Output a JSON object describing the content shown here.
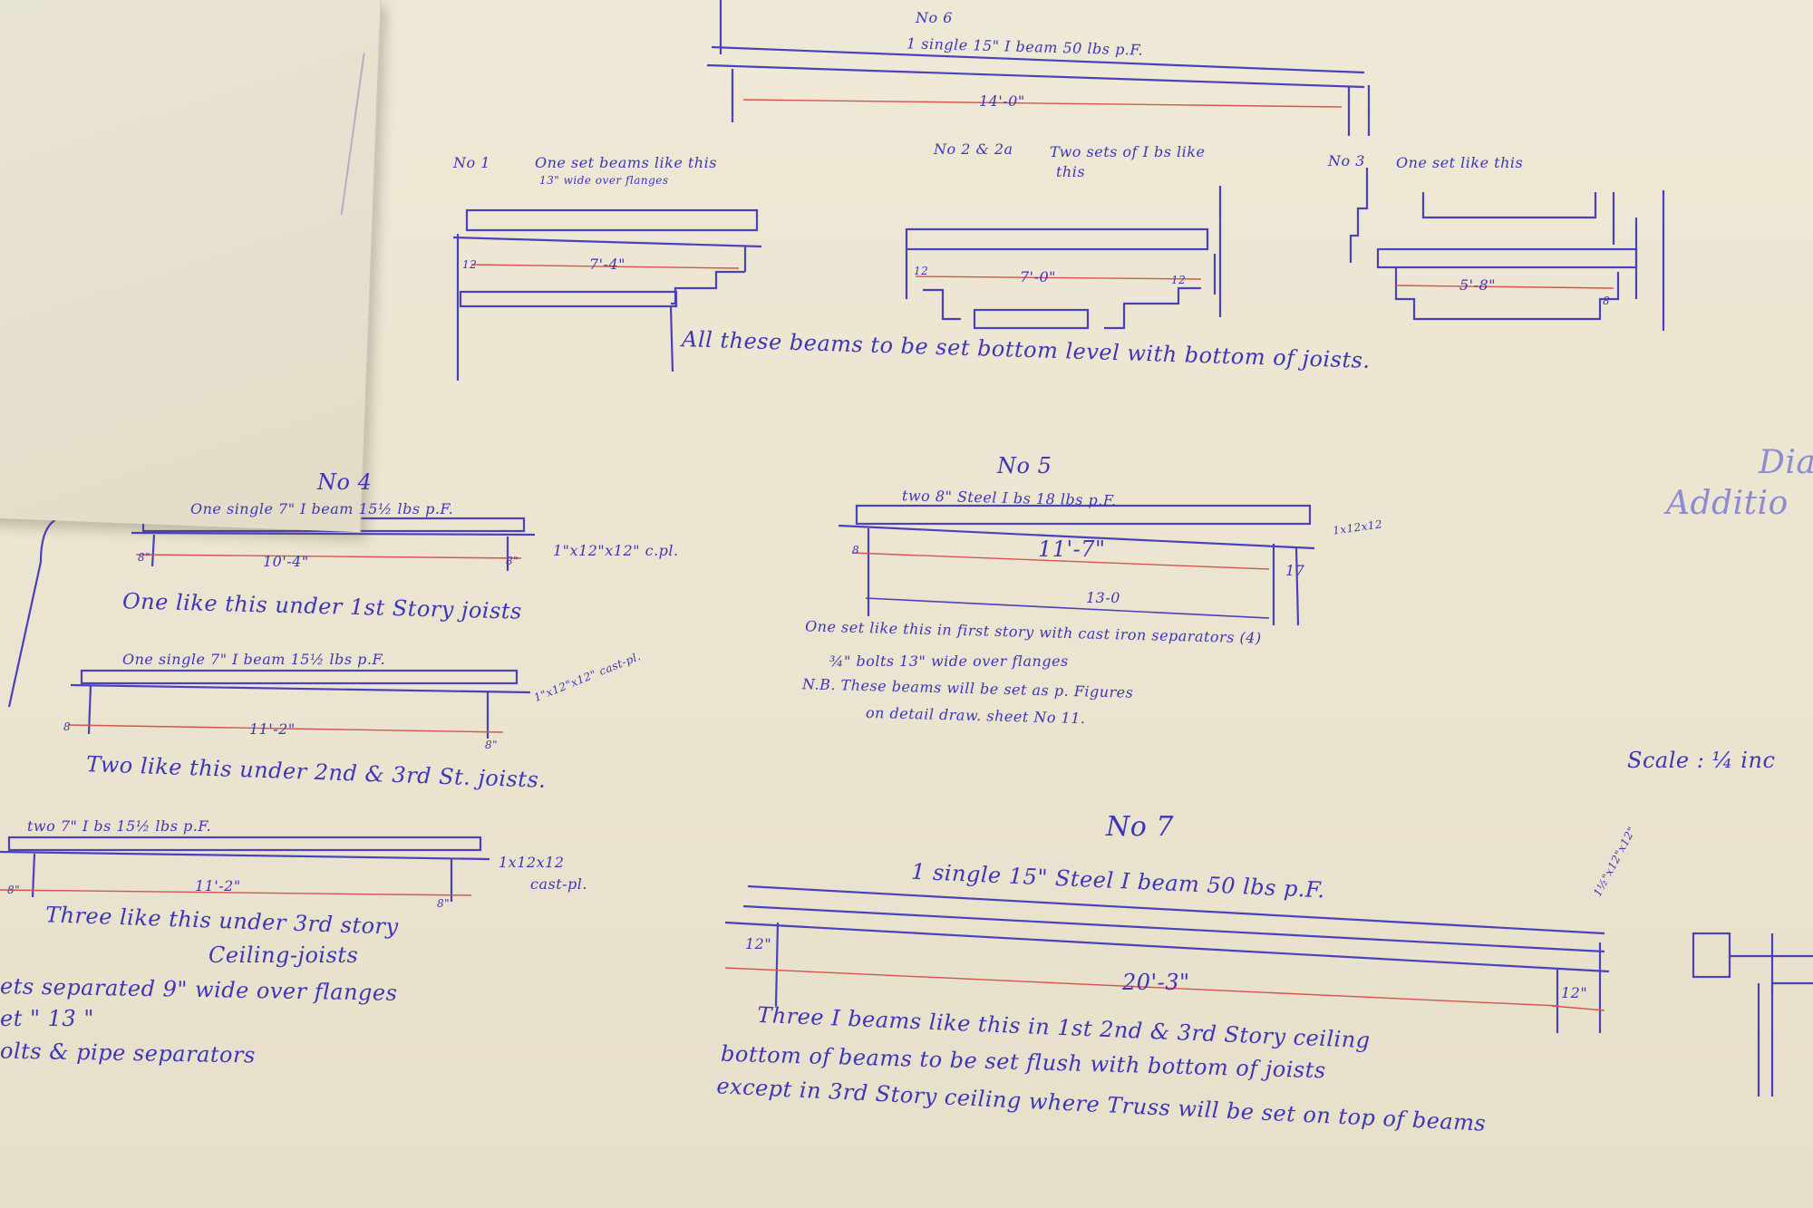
{
  "palette": {
    "ink": "#3e36b8",
    "dimension_red": "#d9534f",
    "paper": "#ece5d2"
  },
  "top_sketches": {
    "no6": {
      "label": "No 6",
      "spec": "1 single 15\" I beam 50 lbs p.F.",
      "span": "14'-0\""
    },
    "no1": {
      "label": "No 1",
      "note_line1": "One set beams like this",
      "note_line2": "13\" wide over flanges",
      "span": "7'-4\"",
      "left_bearing": "12"
    },
    "no2": {
      "label": "No 2 & 2a",
      "note_line1": "Two sets of I bs like",
      "note_line2": "this",
      "span": "7'-0\"",
      "left_bearing": "12",
      "right_bearing": "12"
    },
    "no3": {
      "label": "No 3",
      "note_line1": "One set like this",
      "span": "5'-8\"",
      "right_bearing": "8"
    },
    "note": "All these beams to be set bottom level with bottom of joists."
  },
  "beam_no4": {
    "label": "No 4",
    "spec": "One single 7\" I beam 15½ lbs p.F.",
    "span": "10'-4\"",
    "left": "8\"",
    "right": "8\"",
    "plate": "1\"x12\"x12\" c.pl.",
    "caption": "One like this under 1st Story joists"
  },
  "beam_2nd": {
    "spec": "One single 7\" I beam 15½ lbs p.F.",
    "span": "11'-2\"",
    "left": "8",
    "right": "8\"",
    "plate": "1\"x12\"x12\" cast-pl.",
    "caption": "Two like this under 2nd & 3rd St. joists."
  },
  "beam_3rd": {
    "spec": "two 7\" I bs 15½ lbs p.F.",
    "span": "11'-2\"",
    "left": "8\"",
    "right": "8\"",
    "plate": "1x12x12",
    "plate2": "cast-pl.",
    "caption_1": "Three like this under 3rd story",
    "caption_2": "Ceiling-joists",
    "caption_3": "ets separated 9\" wide over flanges",
    "caption_4": "et \" 13 \"",
    "caption_5": "olts & pipe separators"
  },
  "beam_no5": {
    "label": "No 5",
    "spec": "two 8\" Steel I bs 18 lbs p.F.",
    "span": "11'-7\"",
    "left": "8",
    "right": "17",
    "overall": "13-0",
    "plate": "1x12x12",
    "note_1": "One set like this in first story with cast iron separators (4)",
    "note_2": "¾\" bolts 13\" wide over flanges",
    "note_3": "N.B. These beams will be set as p. Figures",
    "note_4": "on detail draw. sheet No 11."
  },
  "beam_no7": {
    "label": "No 7",
    "spec": "1 single 15\" Steel I beam 50 lbs p.F.",
    "span": "20'-3\"",
    "left": "12\"",
    "right": "12\"",
    "plate": "1½\"x12\"x12\"",
    "note_1": "Three I beams like this in 1st 2nd & 3rd Story ceiling",
    "note_2": "bottom of beams to be set flush with bottom of joists",
    "note_3": "except in 3rd Story ceiling where Truss will be set on top of beams"
  },
  "right_margin": {
    "title_1": "Dia",
    "title_2": "Additio",
    "scale": "Scale : ¼ inc"
  }
}
